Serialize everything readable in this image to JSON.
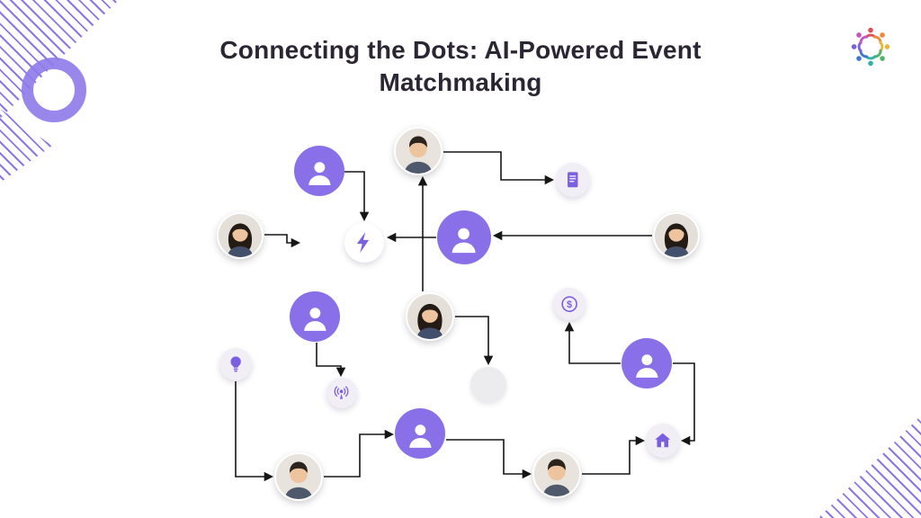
{
  "page": {
    "title": "Connecting the Dots: AI-Powered Event Matchmaking"
  },
  "brand": {
    "logo": "people-circle-logo"
  },
  "theme": {
    "background": "#ffffff",
    "accent_purple": "#8a70e8",
    "icon_purple": "#7a5fe0",
    "line_color": "#161616",
    "title_color": "#2b2633"
  },
  "decorations": {
    "top_left": [
      "diagonal-stripes",
      "purple-ring"
    ],
    "bottom_right": [
      "diagonal-stripes"
    ]
  },
  "diagram": {
    "nodes": [
      {
        "id": "member-1",
        "type": "member-avatar",
        "icon": "person"
      },
      {
        "id": "attendee-photo-1",
        "type": "photo-avatar",
        "icon": "photo-man"
      },
      {
        "id": "icon-document",
        "type": "feature-icon",
        "icon": "document"
      },
      {
        "id": "attendee-photo-2",
        "type": "photo-avatar",
        "icon": "photo-woman"
      },
      {
        "id": "icon-lightning",
        "type": "feature-icon",
        "icon": "lightning"
      },
      {
        "id": "member-2",
        "type": "member-avatar",
        "icon": "person"
      },
      {
        "id": "attendee-photo-3",
        "type": "photo-avatar",
        "icon": "photo-woman"
      },
      {
        "id": "member-3",
        "type": "member-avatar",
        "icon": "person"
      },
      {
        "id": "attendee-photo-4",
        "type": "photo-avatar",
        "icon": "photo-woman"
      },
      {
        "id": "icon-dollar",
        "type": "feature-icon",
        "icon": "dollar"
      },
      {
        "id": "member-4",
        "type": "member-avatar",
        "icon": "person"
      },
      {
        "id": "icon-bulb",
        "type": "feature-icon",
        "icon": "bulb"
      },
      {
        "id": "icon-podcast",
        "type": "feature-icon",
        "icon": "podcast"
      },
      {
        "id": "node-empty",
        "type": "empty-node",
        "icon": null
      },
      {
        "id": "member-5",
        "type": "member-avatar",
        "icon": "person"
      },
      {
        "id": "icon-home",
        "type": "feature-icon",
        "icon": "home"
      },
      {
        "id": "attendee-photo-5",
        "type": "photo-avatar",
        "icon": "photo-man"
      },
      {
        "id": "attendee-photo-6",
        "type": "photo-avatar",
        "icon": "photo-man"
      }
    ],
    "edges": [
      {
        "from": "member-1",
        "to": "icon-lightning"
      },
      {
        "from": "attendee-photo-1",
        "to": "icon-document"
      },
      {
        "from": "attendee-photo-4",
        "to": "attendee-photo-1"
      },
      {
        "from": "member-2",
        "to": "icon-lightning"
      },
      {
        "from": "attendee-photo-2",
        "to": "icon-lightning"
      },
      {
        "from": "attendee-photo-3",
        "to": "member-2"
      },
      {
        "from": "member-3",
        "to": "icon-podcast"
      },
      {
        "from": "attendee-photo-4",
        "to": "node-empty"
      },
      {
        "from": "member-4",
        "to": "icon-dollar"
      },
      {
        "from": "member-4",
        "to": "icon-home"
      },
      {
        "from": "attendee-photo-6",
        "to": "icon-home"
      },
      {
        "from": "attendee-photo-5",
        "to": "member-5"
      },
      {
        "from": "icon-bulb",
        "to": "attendee-photo-5"
      },
      {
        "from": "member-5",
        "to": "attendee-photo-6"
      }
    ]
  }
}
